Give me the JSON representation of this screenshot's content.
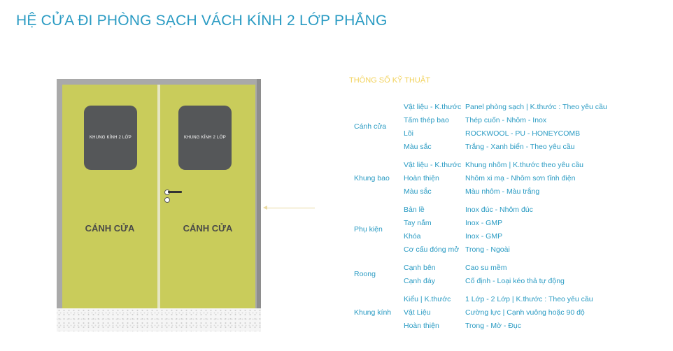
{
  "title": "HỆ CỬA ĐI PHÒNG SẠCH VÁCH KÍNH 2 LỚP PHẲNG",
  "door": {
    "window_label": "KHUNG KÍNH 2 LỚP",
    "leaf_label": "CÁNH CỬA"
  },
  "specs": {
    "heading": "THÔNG SỐ KỸ THUẬT",
    "groups": [
      {
        "label": "Cánh cửa",
        "rows": [
          {
            "key": "Vật liệu - K.thước",
            "value": "Panel phòng sạch | K.thước : Theo yêu cầu"
          },
          {
            "key": "Tấm thép bao",
            "value": "Thép cuốn - Nhôm - Inox"
          },
          {
            "key": "Lõi",
            "value": "ROCKWOOL - PU - HONEYCOMB"
          },
          {
            "key": "Màu sắc",
            "value": "Trắng -  Xanh biển - Theo yêu cầu"
          }
        ]
      },
      {
        "label": "Khung bao",
        "rows": [
          {
            "key": "Vật liệu - K.thước",
            "value": "Khung nhôm | K.thước theo yêu cầu"
          },
          {
            "key": "Hoàn thiện",
            "value": "Nhôm xi mạ - Nhôm sơn tĩnh điện"
          },
          {
            "key": "Màu sắc",
            "value": "Màu nhôm - Màu trắng"
          }
        ]
      },
      {
        "label": "Phụ kiện",
        "rows": [
          {
            "key": "Bản lề",
            "value": "Inox đúc - Nhôm đúc"
          },
          {
            "key": "Tay nắm",
            "value": "Inox - GMP"
          },
          {
            "key": "Khóa",
            "value": "Inox - GMP"
          },
          {
            "key": "Cơ cấu đóng mở",
            "value": "Trong - Ngoài"
          }
        ]
      },
      {
        "label": "Roong",
        "rows": [
          {
            "key": "Cạnh bên",
            "value": "Cao su mềm"
          },
          {
            "key": "Cạnh đáy",
            "value": "Cố định - Loại kéo thả tự động"
          }
        ]
      },
      {
        "label": "Khung kính",
        "rows": [
          {
            "key": "Kiểu | K.thước",
            "value": "1 Lớp - 2 Lớp | K.thước : Theo yêu cầu"
          },
          {
            "key": "Vật Liệu",
            "value": "Cường lực | Cạnh vuông hoặc 90 độ"
          },
          {
            "key": "Hoàn thiện",
            "value": "Trong - Mờ - Đục"
          }
        ]
      }
    ]
  }
}
